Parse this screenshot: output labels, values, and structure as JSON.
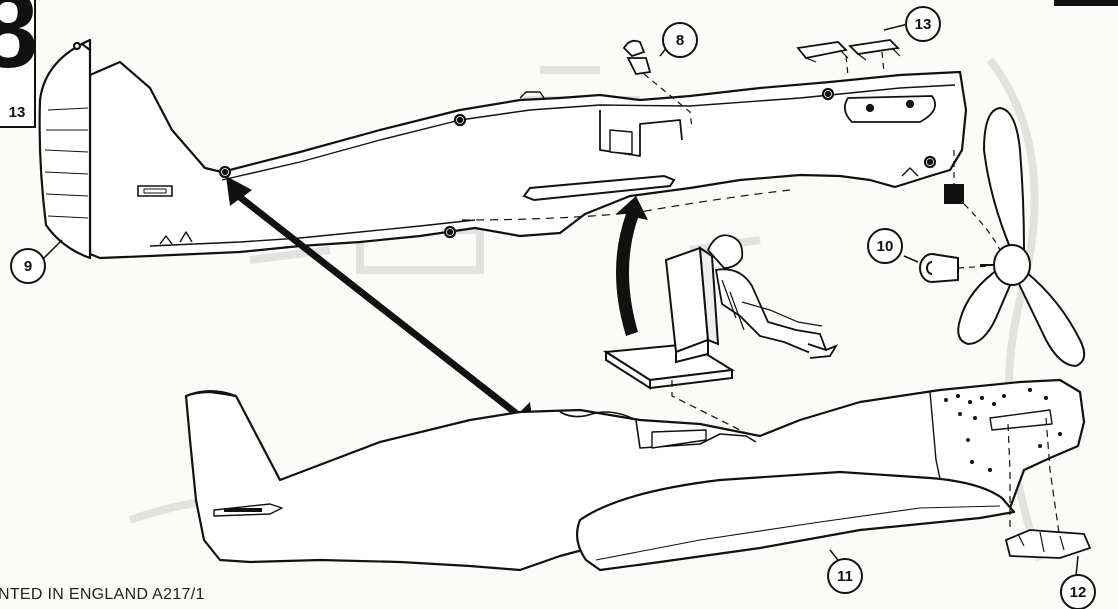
{
  "step": {
    "number": "8",
    "reference": "13"
  },
  "callouts": [
    {
      "label": "8"
    },
    {
      "label": "13"
    },
    {
      "label": "9"
    },
    {
      "label": "10"
    },
    {
      "label": "11"
    },
    {
      "label": "12"
    }
  ],
  "footer": {
    "text": "NTED IN ENGLAND  A217/1"
  },
  "colors": {
    "ink": "#111111",
    "paper": "#fbfbf7",
    "ghost": "#dcdcd8"
  }
}
